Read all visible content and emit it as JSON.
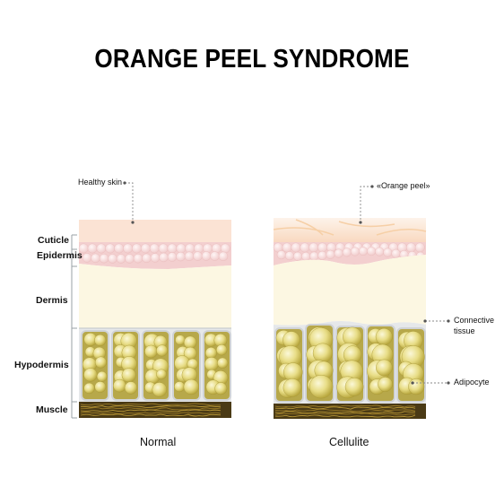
{
  "title": "ORANGE PEEL SYNDROME",
  "layers": {
    "cuticle": "Cuticle",
    "epidermis": "Epidermis",
    "dermis": "Dermis",
    "hypodermis": "Hypodermis",
    "muscle": "Muscle"
  },
  "annotations": {
    "healthy_skin": "Healthy skin",
    "orange_peel": "«Orange peel»",
    "connective_tissue_line1": "Connective",
    "connective_tissue_line2": "tissue",
    "adipocyte": "Adipocyte"
  },
  "captions": {
    "normal": "Normal",
    "cellulite": "Cellulite"
  },
  "colors": {
    "cuticle": "#fbe3d4",
    "epidermis": "#f3cfcf",
    "epidermis_cells": "#fae6e6",
    "dermis": "#fcf7e2",
    "connective_tissue": "#d6d9dc",
    "fat": "#b7a84a",
    "fat_globule_light": "#f0eaa8",
    "muscle": "#4a3a15",
    "muscle_streak": "#c9a63c"
  }
}
